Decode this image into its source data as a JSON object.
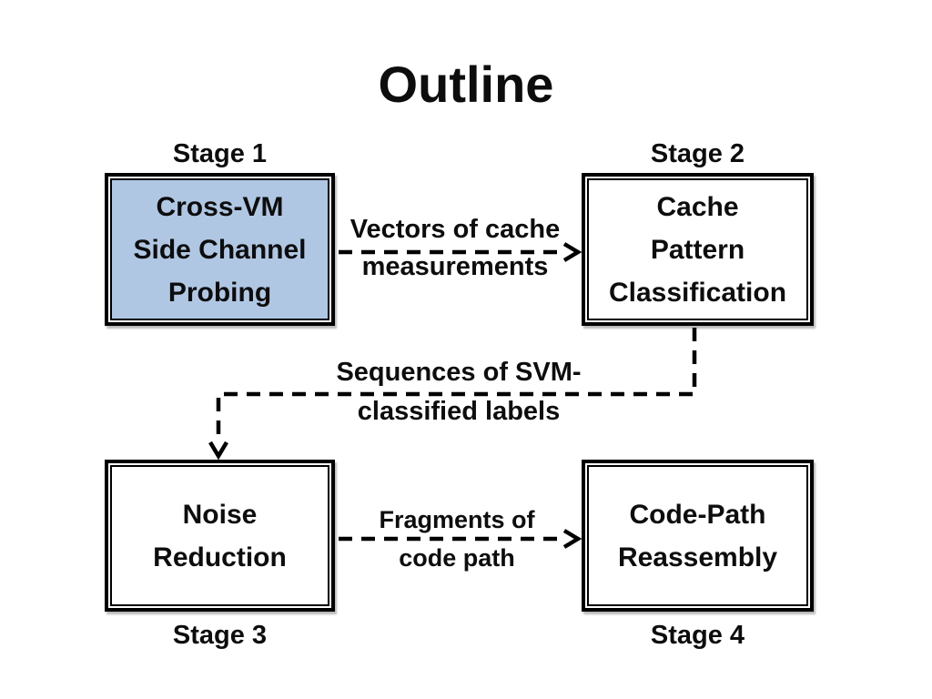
{
  "slide": {
    "title": "Outline",
    "colors": {
      "background": "#ffffff",
      "box_border": "#000000",
      "box_fill": "#ffffff",
      "stage1_fill": "#b0c7e4",
      "text": "#0d0d0d",
      "connector": "#000000"
    },
    "stages": [
      {
        "label": "Stage 1",
        "title": "Cross-VM\nSide Channel\nProbing",
        "label_position": "above",
        "highlighted": true
      },
      {
        "label": "Stage 2",
        "title": "Cache\nPattern\nClassification",
        "label_position": "above",
        "highlighted": false
      },
      {
        "label": "Stage 3",
        "title": "Noise\nReduction",
        "label_position": "below",
        "highlighted": false
      },
      {
        "label": "Stage 4",
        "title": "Code-Path\nReassembly",
        "label_position": "below",
        "highlighted": false
      }
    ],
    "connectors": [
      {
        "from": "stage-1",
        "to": "stage-2",
        "style": "dashed-open-arrow",
        "label": "Vectors of cache\nmeasurements"
      },
      {
        "from": "stage-2",
        "to": "stage-3",
        "style": "dashed-open-arrow",
        "label": "Sequences of SVM-\nclassified labels"
      },
      {
        "from": "stage-3",
        "to": "stage-4",
        "style": "dashed-open-arrow",
        "label": "Fragments of\ncode path"
      }
    ]
  }
}
